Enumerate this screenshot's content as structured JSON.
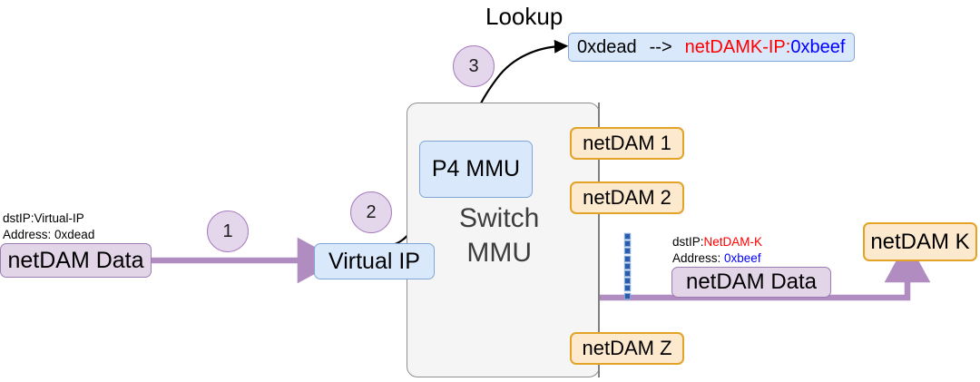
{
  "diagram": {
    "title_label": "Lookup",
    "colors": {
      "purple_flow": "#b08cc0",
      "orange_border": "#e3a327",
      "orange_fill": "#fde9ce",
      "blue_fill": "#dae8fc",
      "blue_border": "#7ea6d9",
      "purple_fill": "#e1d5e7",
      "purple_border": "#9c7bb0",
      "container_fill": "#f5f5f5",
      "container_border": "#8f8f8f",
      "step_fill": "#e4d7ec",
      "step_border": "#a87dbd",
      "red_text": "#ff0000",
      "blue_text": "#0000ff",
      "dot_blue": "#2b5cab"
    },
    "steps": [
      {
        "id": "step-1",
        "label": "1"
      },
      {
        "id": "step-2",
        "label": "2"
      },
      {
        "id": "step-3",
        "label": "3"
      }
    ],
    "ingress_packet": {
      "annotation_line1_prefix": "dstIP:",
      "annotation_line1_value": "Virtual-IP",
      "annotation_line2_prefix": "Address: ",
      "annotation_line2_value": "0xdead",
      "box_label": "netDAM Data"
    },
    "egress_packet": {
      "annotation_line1_prefix": "dstIP:",
      "annotation_line1_value": "NetDAM-K",
      "annotation_line2_prefix": "Address: ",
      "annotation_line2_value": "0xbeef",
      "box_label": "netDAM Data"
    },
    "lookup_entry": {
      "key": "0xdead",
      "arrow": "-->",
      "value_host": "netDAMK-IP:",
      "value_addr": "0xbeef"
    },
    "switch": {
      "virtual_ip_label": "Virtual IP",
      "p4_mmu_label": "P4  MMU",
      "body_label_line1": "Switch",
      "body_label_line2": "MMU"
    },
    "netdam_nodes": [
      {
        "id": "netdam-1",
        "label": "netDAM 1"
      },
      {
        "id": "netdam-2",
        "label": "netDAM 2"
      },
      {
        "id": "netdam-z",
        "label": "netDAM Z"
      },
      {
        "id": "netdam-k",
        "label": "netDAM K"
      }
    ]
  }
}
